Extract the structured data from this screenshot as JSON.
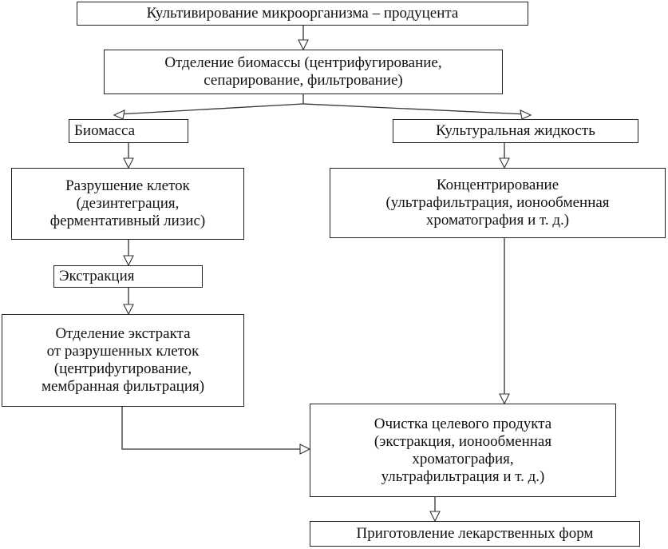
{
  "diagram": {
    "cultivation": {
      "lines": [
        "Культивирование микроорганизма – продуцента"
      ]
    },
    "separation": {
      "lines": [
        "Отделение биомассы (центрифугирование,",
        "сепарирование, фильтрование)"
      ]
    },
    "biomass": {
      "lines": [
        "Биомасса"
      ]
    },
    "culture_liquid": {
      "lines": [
        "Культуральная жидкость"
      ]
    },
    "destruction": {
      "lines": [
        "Разрушение клеток",
        "(дезинтеграция,",
        "ферментативный лизис)"
      ]
    },
    "concentration": {
      "lines": [
        "Концентрирование",
        "(ультрафильтрация, ионообменная",
        "хроматография и т. д.)"
      ]
    },
    "extraction": {
      "lines": [
        "Экстракция"
      ]
    },
    "extract_separation": {
      "lines": [
        "Отделение экстракта",
        "от разрушенных клеток",
        "(центрифугирование,",
        "мембранная фильтрация)"
      ]
    },
    "purification": {
      "lines": [
        "Очистка целевого продукта",
        "(экстракция, ионообменная",
        "хроматография,",
        "ультрафильтрация и т. д.)"
      ]
    },
    "dosage_forms": {
      "lines": [
        "Приготовление лекарственных форм"
      ]
    }
  }
}
